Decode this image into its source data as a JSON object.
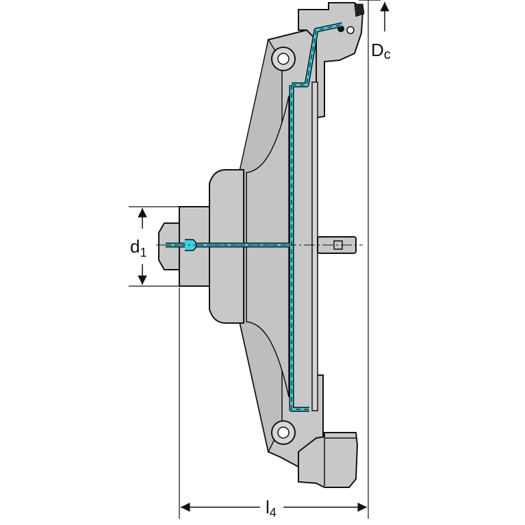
{
  "labels": {
    "d1_main": "d",
    "d1_sub": "1",
    "dc_main": "D",
    "dc_sub": "c",
    "l4_main": "l",
    "l4_sub": "4"
  },
  "colors": {
    "body": "#c8c8c8",
    "body_dark": "#a9a9a9",
    "outline": "#111111",
    "coolant": "#35d6e6",
    "dimension": "#111111"
  }
}
